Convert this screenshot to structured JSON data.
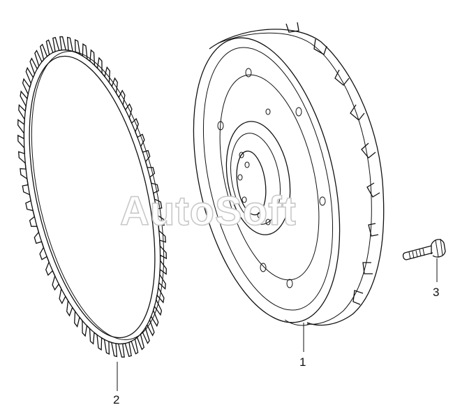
{
  "diagram": {
    "parts": [
      {
        "id": "flywheel",
        "callout": "1"
      },
      {
        "id": "ring-gear",
        "callout": "2"
      },
      {
        "id": "bolt",
        "callout": "3"
      }
    ],
    "watermark": "AutoSoft",
    "colors": {
      "line": "#111111",
      "background": "#ffffff",
      "watermark_outline": "#c8c8c8"
    }
  }
}
